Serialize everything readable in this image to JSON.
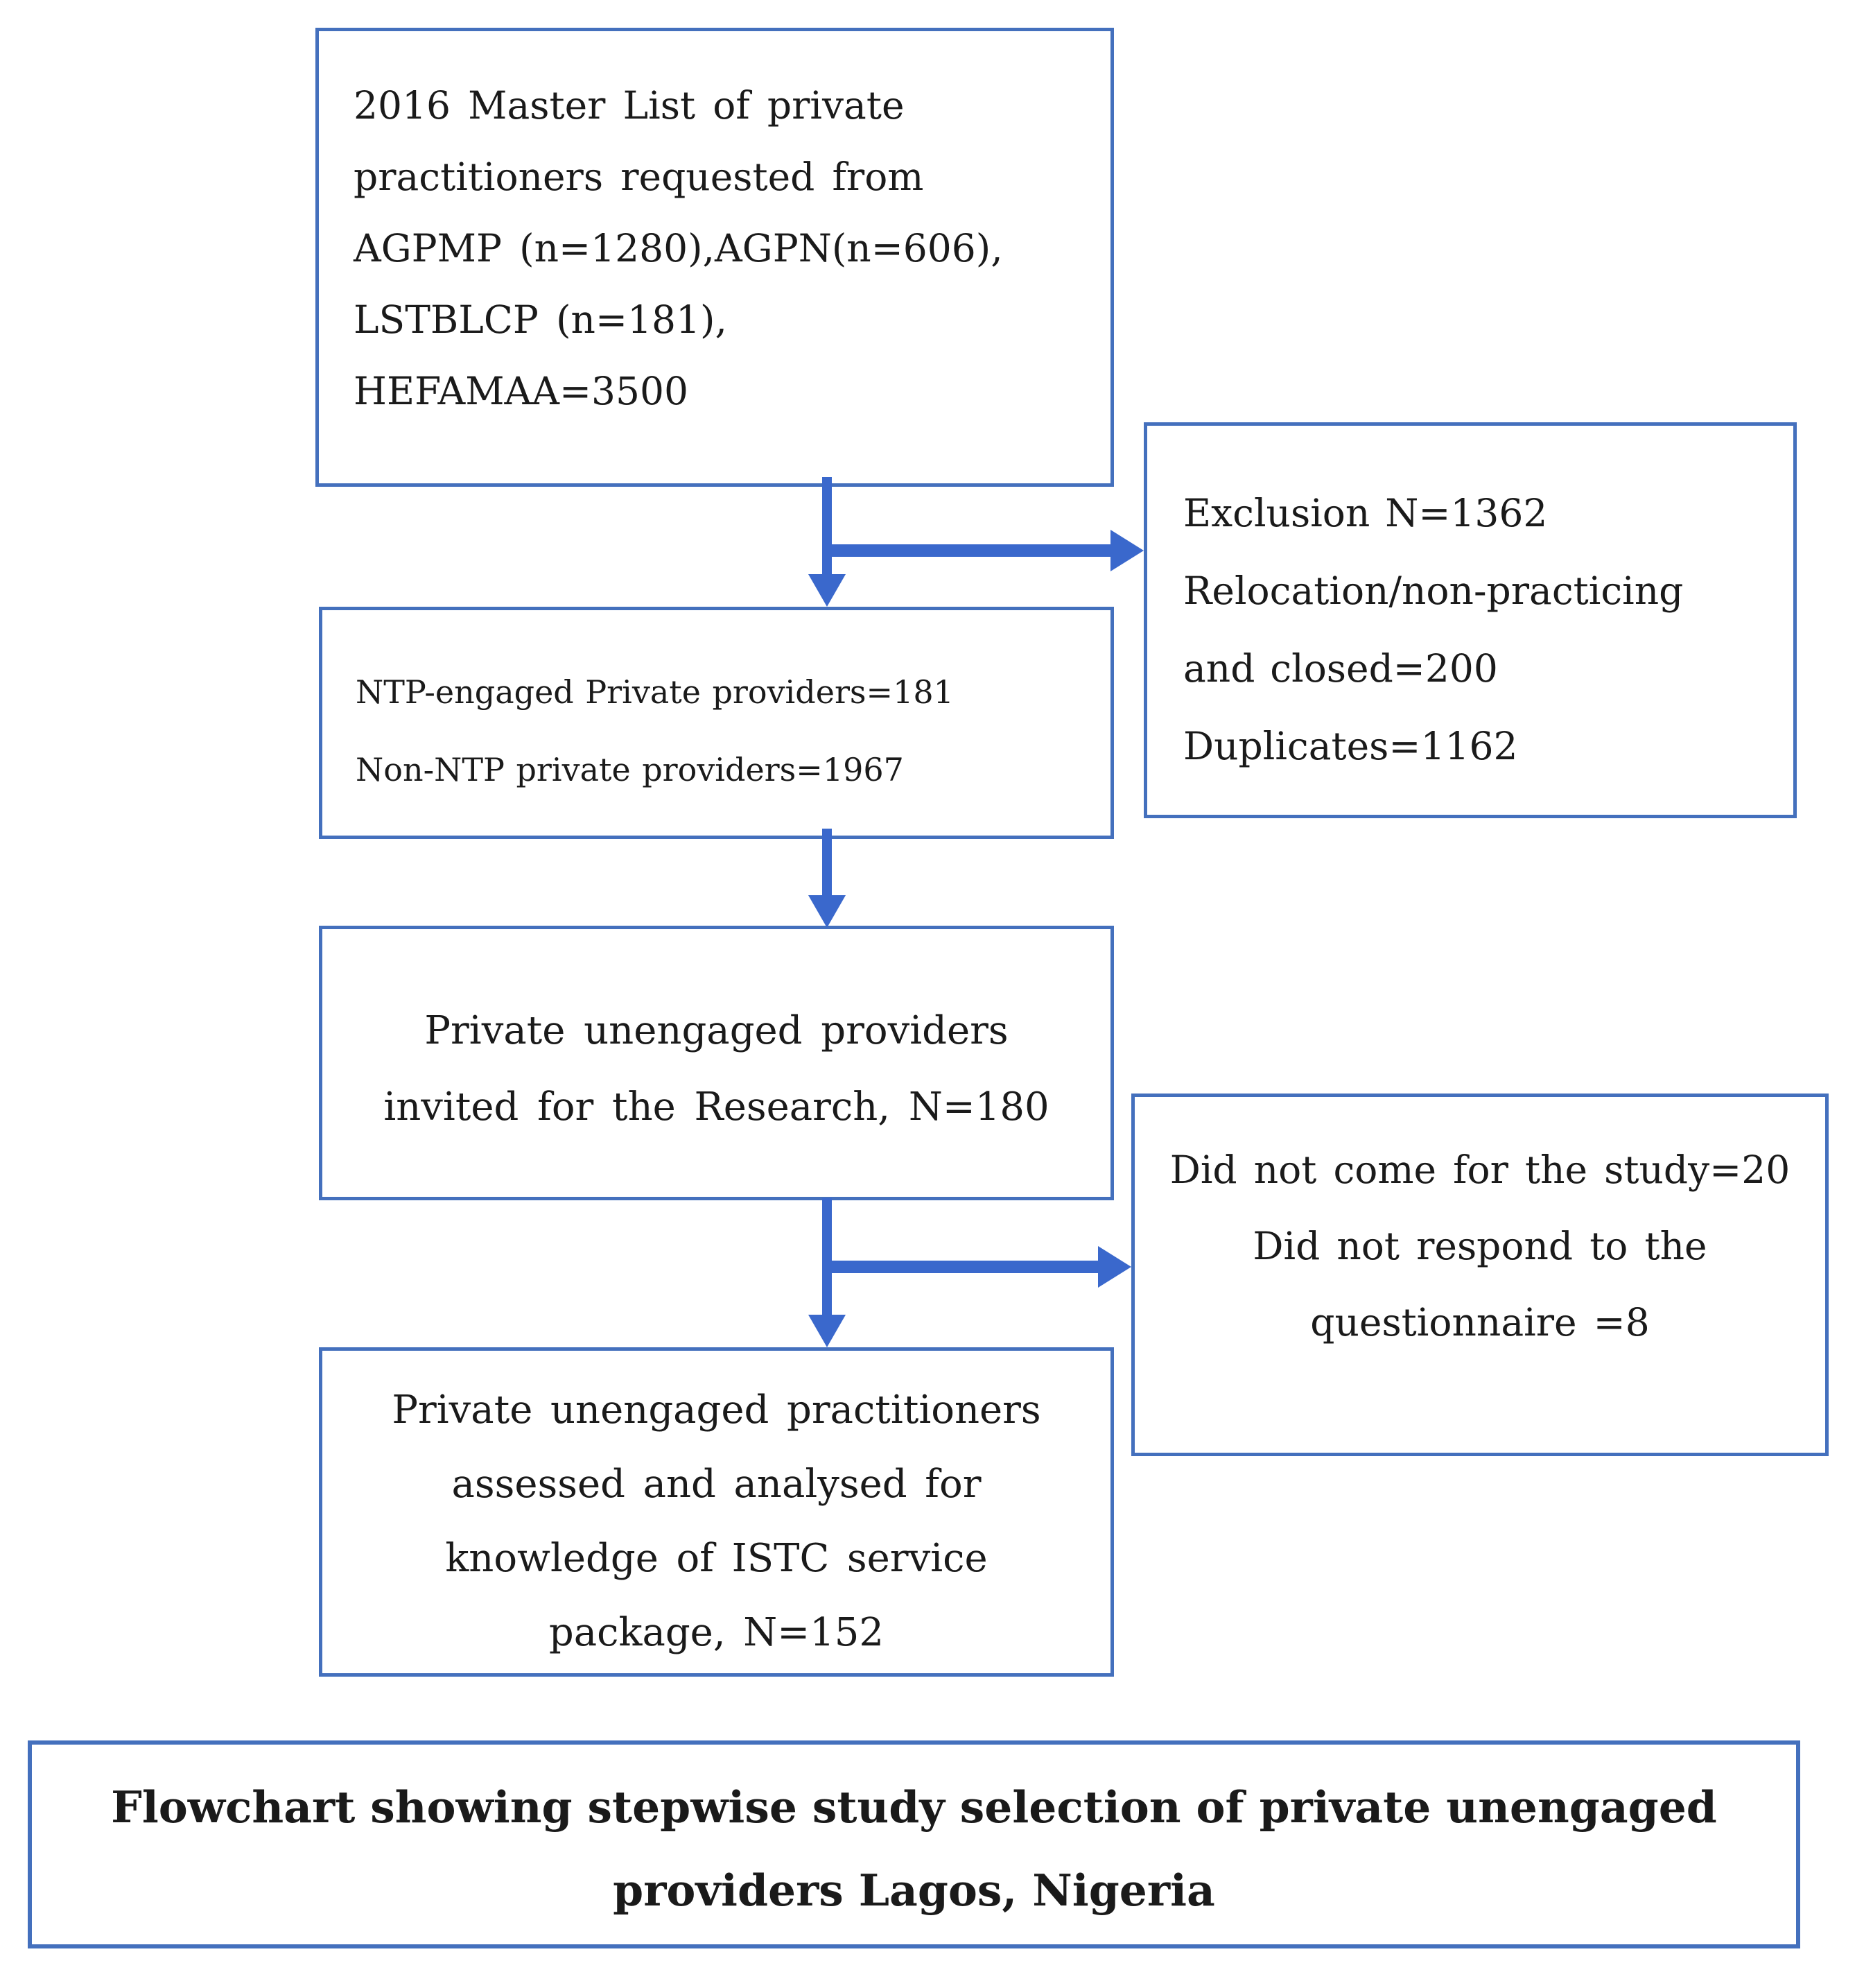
{
  "colors": {
    "box_border": "#4470bd",
    "arrow": "#3a68cc",
    "text": "#1a1a1a",
    "background": "#ffffff"
  },
  "boxes": {
    "master_list": {
      "lines": [
        "2016 Master List of private",
        "practitioners requested from",
        "AGPMP (n=1280),AGPN(n=606),",
        "LSTBLCP (n=181),",
        "HEFAMAA=3500"
      ]
    },
    "exclusion": {
      "lines": [
        "Exclusion N=1362",
        "Relocation/non-practicing",
        "and closed=200",
        "Duplicates=1162"
      ]
    },
    "ntp": {
      "lines": [
        "NTP-engaged Private providers=181",
        "Non-NTP private providers=1967"
      ]
    },
    "invited": {
      "lines": [
        "Private unengaged providers",
        "invited for the Research, N=180"
      ]
    },
    "did_not_come": {
      "lines": [
        "Did not come for the study=20",
        "Did not respond to the",
        "questionnaire =8"
      ]
    },
    "assessed": {
      "lines": [
        "Private unengaged practitioners",
        "assessed and analysed for",
        "knowledge of ISTC service",
        "package, N=152"
      ]
    },
    "caption": {
      "lines": [
        "Flowchart showing stepwise study selection of private unengaged",
        "providers Lagos, Nigeria"
      ]
    }
  }
}
